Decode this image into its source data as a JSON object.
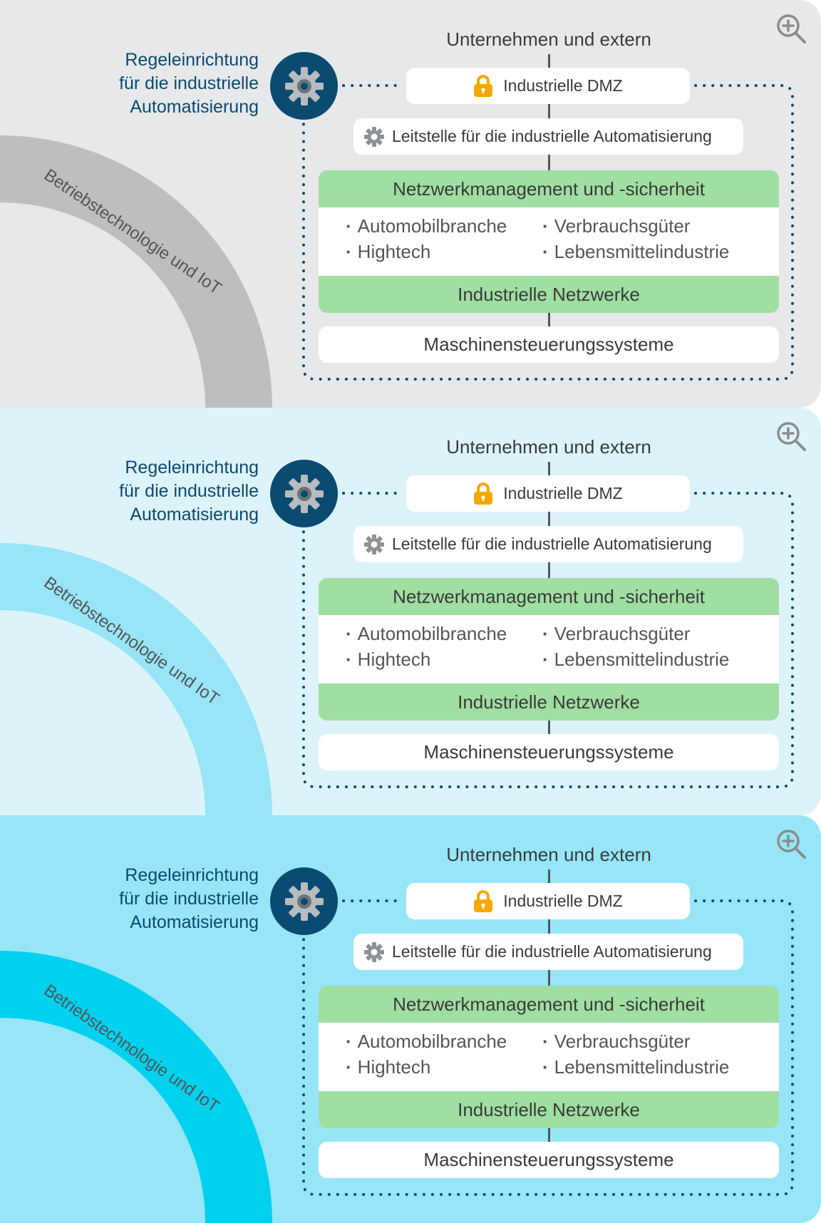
{
  "colors": {
    "dark_blue": "#0b4a71",
    "green": "#9fdfa1",
    "lock_orange": "#f5a800",
    "dot_blue": "#0b4a71"
  },
  "panels": [
    {
      "background": "#e6e8ea",
      "arc_color": "#bdbec0",
      "zoom_icon": "zoom-in-icon",
      "regel_label": [
        "Regeleinrichtung",
        "für die industrielle",
        "Automatisierung"
      ],
      "gear_icon": "gear-icon",
      "top_label": "Unternehmen und extern",
      "dmz": {
        "icon": "lock-icon",
        "label": "Industrielle DMZ"
      },
      "leitstelle": {
        "icon": "gear-icon",
        "label": "Leitstelle für die industrielle Automatisierung"
      },
      "netz_header": "Netzwerkmanagement und -sicherheit",
      "industries": [
        "Automobilbranche",
        "Verbrauchsgüter",
        "Hightech",
        "Lebensmittelindustrie"
      ],
      "netz_footer": "Industrielle Netzwerke",
      "machine": "Maschinensteuerungssysteme",
      "arc_label": "Betriebstechnologie und IoT"
    },
    {
      "background": "#dcf3fa",
      "arc_color": "#97e5f6",
      "zoom_icon": "zoom-in-icon",
      "regel_label": [
        "Regeleinrichtung",
        "für die industrielle",
        "Automatisierung"
      ],
      "gear_icon": "gear-icon",
      "top_label": "Unternehmen und extern",
      "dmz": {
        "icon": "lock-icon",
        "label": "Industrielle DMZ"
      },
      "leitstelle": {
        "icon": "gear-icon",
        "label": "Leitstelle für die industrielle Automatisierung"
      },
      "netz_header": "Netzwerkmanagement und -sicherheit",
      "industries": [
        "Automobilbranche",
        "Verbrauchsgüter",
        "Hightech",
        "Lebensmittelindustrie"
      ],
      "netz_footer": "Industrielle Netzwerke",
      "machine": "Maschinensteuerungssysteme",
      "arc_label": "Betriebstechnologie und IoT"
    },
    {
      "background": "#96e6f7",
      "arc_color": "#00d1ef",
      "zoom_icon": "zoom-in-icon",
      "regel_label": [
        "Regeleinrichtung",
        "für die industrielle",
        "Automatisierung"
      ],
      "gear_icon": "gear-icon",
      "top_label": "Unternehmen und extern",
      "dmz": {
        "icon": "lock-icon",
        "label": "Industrielle DMZ"
      },
      "leitstelle": {
        "icon": "gear-icon",
        "label": "Leitstelle für die industrielle Automatisierung"
      },
      "netz_header": "Netzwerkmanagement und -sicherheit",
      "industries": [
        "Automobilbranche",
        "Verbrauchsgüter",
        "Hightech",
        "Lebensmittelindustrie"
      ],
      "netz_footer": "Industrielle Netzwerke",
      "machine": "Maschinensteuerungssysteme",
      "arc_label": "Betriebstechnologie und IoT"
    }
  ]
}
